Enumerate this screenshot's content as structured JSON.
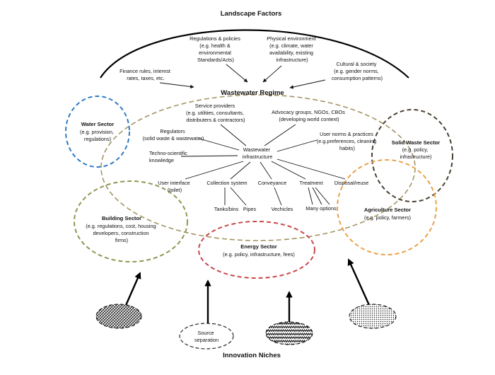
{
  "titles": {
    "landscape": "Landscape Factors",
    "regime": "Wastewater Regime",
    "niches": "Innovation Niches"
  },
  "landscape": {
    "finance": [
      "Finance rules, interest",
      "rates, taxes, etc."
    ],
    "regulations": [
      "Regulations & policies",
      "(e.g. health &",
      "environmental",
      "Standards/Acts)"
    ],
    "physical": [
      "Physical environment",
      "(e.g. climate, water",
      "availability, existing",
      "infrastructure)"
    ],
    "cultural": [
      "Cultural & society",
      "(e.g. gender norms,",
      "consumption patterns)"
    ]
  },
  "hub": [
    "Wastewater",
    "infrastructure"
  ],
  "regime_items": {
    "service": [
      "Service providers",
      "(e.g. utilities, consultants,",
      "distributers & contractors)"
    ],
    "advocacy": [
      "Advocacy groups, NGOs, CBOs",
      "(developing world context)"
    ],
    "regulators": [
      "Regulators",
      "(solid waste & wastewater)"
    ],
    "user_norms": [
      "User norms & practices",
      "(e.g.preferences, cleaning",
      "habits)"
    ],
    "techno": [
      "Techno-scientific",
      "knowledge"
    ],
    "user_interface": [
      "User  interface",
      "(toilet)"
    ],
    "collection": "Collection system",
    "conveyance": "Conveyance",
    "treatment": "Treatment",
    "disposal": "Disposal/reuse",
    "tanks": "Tanks/bins",
    "pipes": "Pipes",
    "vehicles": "Vechicles",
    "options": "Many options"
  },
  "sectors": {
    "water": {
      "title": "Water Sector",
      "lines": [
        "(e.g. provision,",
        "regulations)"
      ],
      "color": "#2e7bc4"
    },
    "solid": {
      "title": "Solid Waste  Sector",
      "lines": [
        "(e.g. policy,",
        "infrastructure)"
      ],
      "color": "#4a4032"
    },
    "agri": {
      "title": "Agriculture  Sector",
      "lines": [
        "(e.g. policy, farmers)"
      ],
      "color": "#e8a24a"
    },
    "building": {
      "title": "Building Sector",
      "lines": [
        "(e.g. regulations,  cost, housing",
        "developers, construction",
        "firms)"
      ],
      "color": "#8f9650"
    },
    "energy": {
      "title": "Energy Sector",
      "lines": [
        "(e.g. policy, infrastructure, fees)"
      ],
      "color": "#c8484c"
    }
  },
  "regime_color": "#a29566",
  "niches": {
    "source": [
      "Source",
      "separation"
    ]
  }
}
